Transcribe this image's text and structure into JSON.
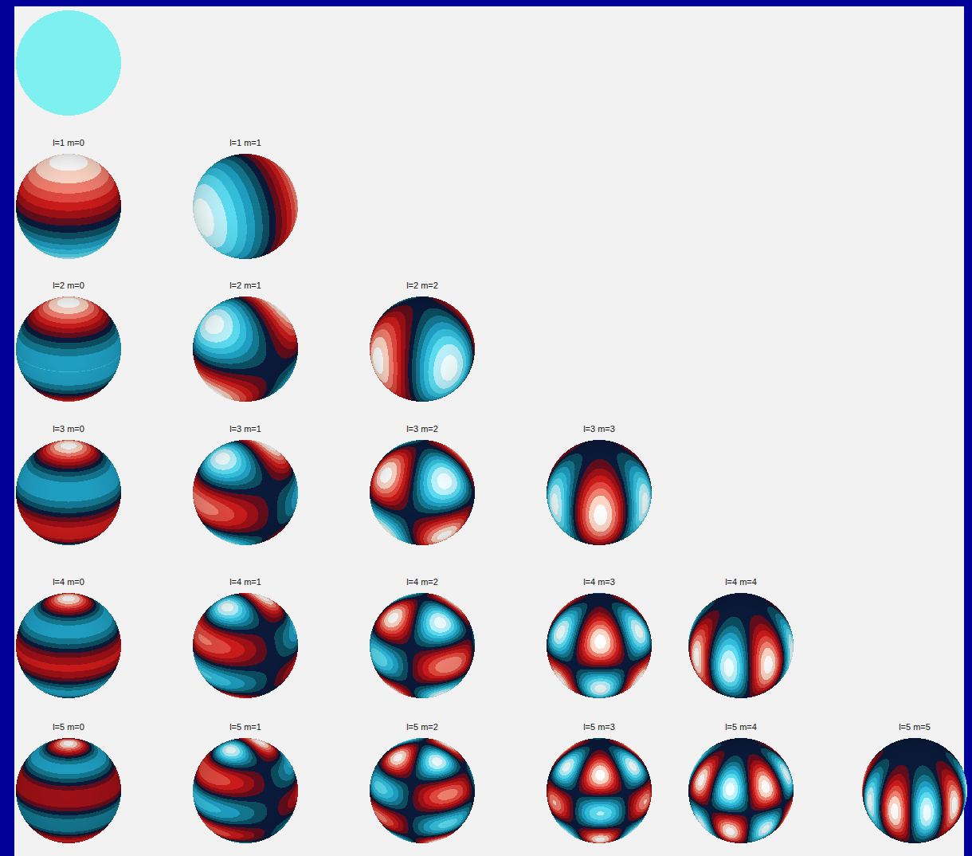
{
  "diagram": {
    "labels": [
      "l=1 m=0",
      "l=1 m=1",
      "l=2 m=0",
      "l=2 m=1",
      "l=2 m=2",
      "l=3 m=0",
      "l=3 m=1",
      "l=3 m=2",
      "l=3 m=3",
      "l=4 m=0",
      "l=4 m=1",
      "l=4 m=2",
      "l=4 m=3",
      "l=4 m=4",
      "l=5 m=0",
      "l=5 m=1",
      "l=5 m=2",
      "l=5 m=3",
      "l=5 m=4",
      "l=5 m=5"
    ]
  }
}
